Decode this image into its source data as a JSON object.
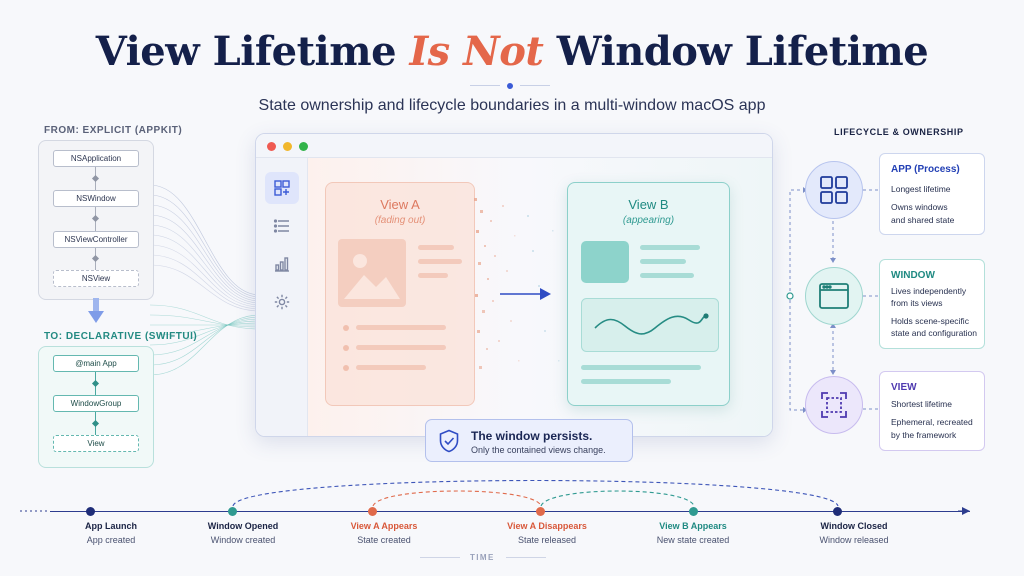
{
  "title": {
    "part1": "View Lifetime",
    "accent": "Is Not",
    "part2": "Window Lifetime",
    "subtitle": "State ownership and lifecycle boundaries in a multi-window macOS app"
  },
  "appkit": {
    "label": "FROM: EXPLICIT (APPKIT)",
    "nodes": [
      "NSApplication",
      "NSWindow",
      "NSViewController",
      "NSView"
    ]
  },
  "swiftui": {
    "label": "TO: DECLARATIVE (SWIFTUI)",
    "nodes": [
      "@main App",
      "WindowGroup",
      "View"
    ]
  },
  "window": {
    "sidebar_icons": [
      "layout-icon",
      "list-icon",
      "chart-icon",
      "gear-icon"
    ],
    "view_a": {
      "title": "View A",
      "subtitle": "(fading out)"
    },
    "view_b": {
      "title": "View B",
      "subtitle": "(appearing)"
    }
  },
  "callout": {
    "title": "The window persists.",
    "text": "Only the contained views change."
  },
  "lifecycle": {
    "label": "LIFECYCLE & OWNERSHIP",
    "items": [
      {
        "title": "APP (Process)",
        "lines": [
          "Longest lifetime",
          "Owns windows",
          "and shared state"
        ]
      },
      {
        "title": "WINDOW",
        "lines": [
          "Lives independently",
          "from its views",
          "Holds scene-specific",
          "state and configuration"
        ]
      },
      {
        "title": "VIEW",
        "lines": [
          "Shortest lifetime",
          "Ephemeral, recreated",
          "by the framework"
        ]
      }
    ]
  },
  "timeline": {
    "axis_label": "TIME",
    "events": [
      {
        "name": "App Launch",
        "desc": "App created"
      },
      {
        "name": "Window Opened",
        "desc": "Window created"
      },
      {
        "name": "View A Appears",
        "desc": "State created"
      },
      {
        "name": "View A Disappears",
        "desc": "State released"
      },
      {
        "name": "View B Appears",
        "desc": "New state created"
      },
      {
        "name": "Window Closed",
        "desc": "Window released"
      }
    ]
  },
  "colors": {
    "navy": "#14204a",
    "accent_orange": "#e4674a",
    "teal": "#2f9a91",
    "blue": "#3b5bd6",
    "purple": "#6a4fc9"
  }
}
